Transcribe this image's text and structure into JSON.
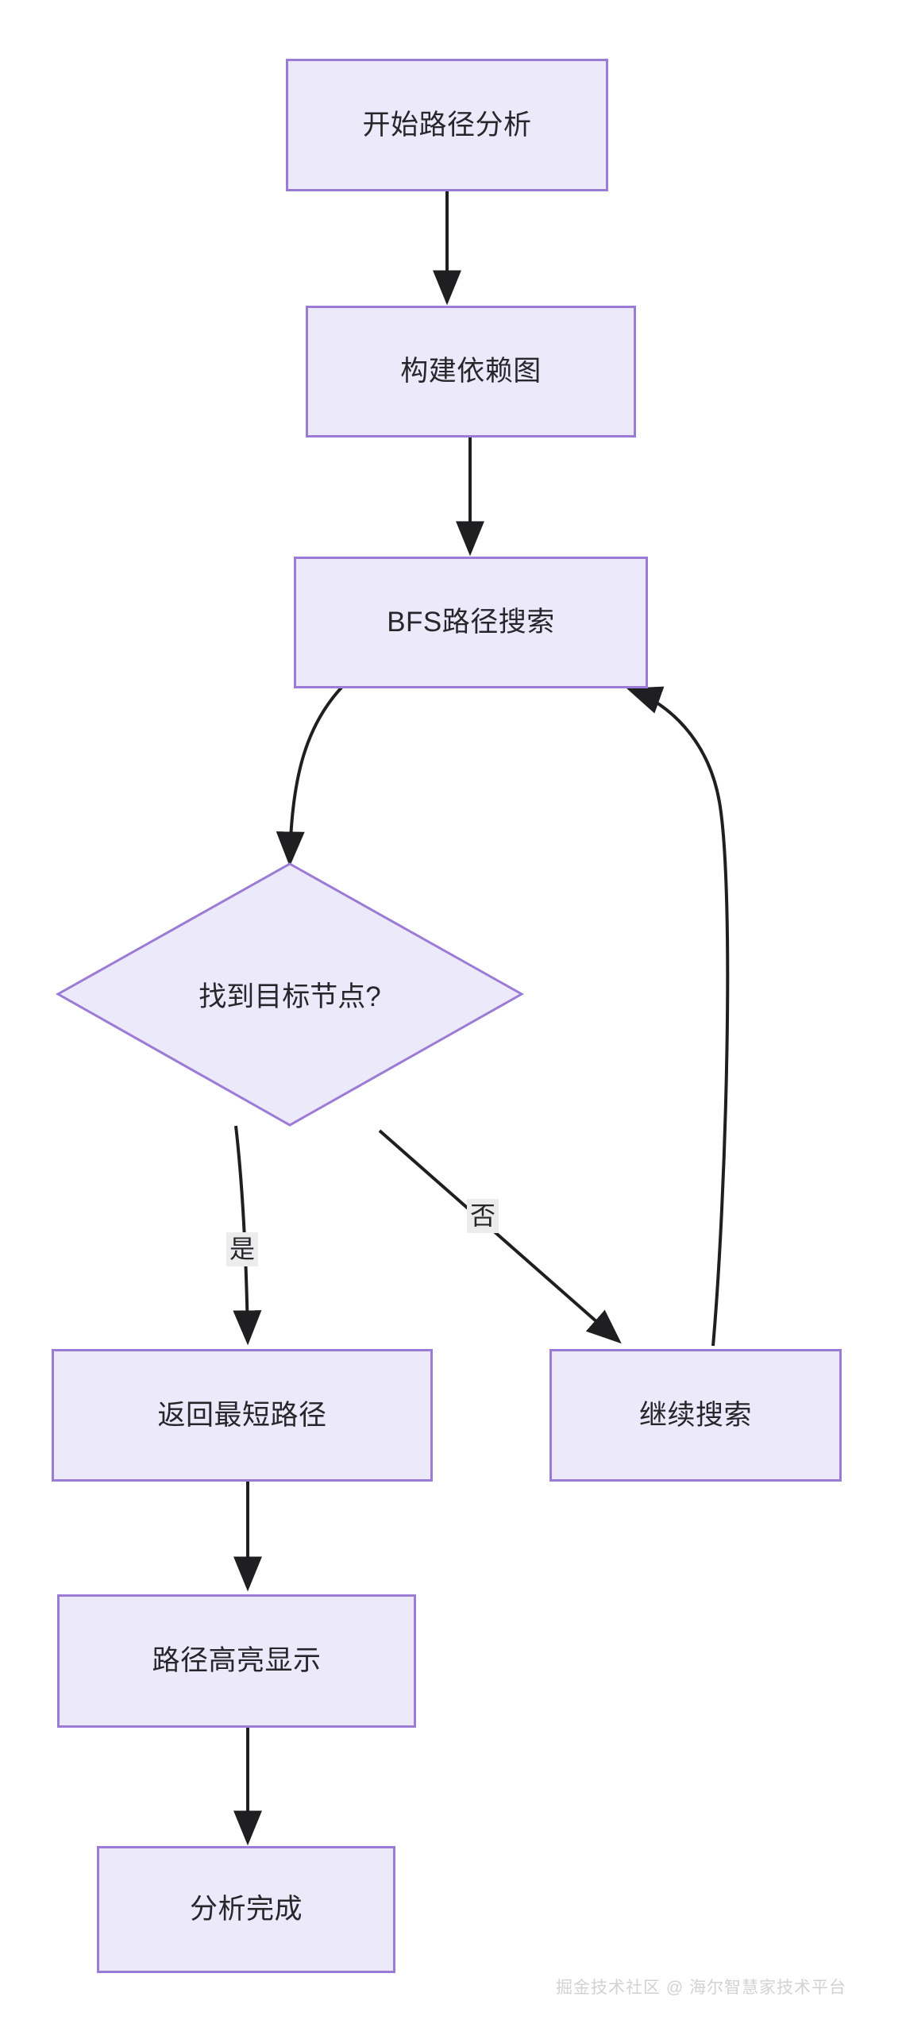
{
  "diagram": {
    "type": "flowchart",
    "direction": "top-to-bottom",
    "theme": {
      "node_fill": "#ece9fb",
      "node_border": "#9a7bd6",
      "node_text": "#26262b",
      "edge_stroke": "#1f1f22",
      "edge_label_bg": "#ececec",
      "canvas_bg": "#ffffff",
      "watermark_color": "#d2d2d2"
    },
    "nodes": [
      {
        "id": "start",
        "shape": "rect",
        "label": "开始路径分析"
      },
      {
        "id": "build",
        "shape": "rect",
        "label": "构建依赖图"
      },
      {
        "id": "bfs",
        "shape": "rect",
        "label": "BFS路径搜索"
      },
      {
        "id": "decision",
        "shape": "diamond",
        "label": "找到目标节点?"
      },
      {
        "id": "shortest",
        "shape": "rect",
        "label": "返回最短路径"
      },
      {
        "id": "continue",
        "shape": "rect",
        "label": "继续搜索"
      },
      {
        "id": "highlight",
        "shape": "rect",
        "label": "路径高亮显示"
      },
      {
        "id": "done",
        "shape": "rect",
        "label": "分析完成"
      }
    ],
    "edges": [
      {
        "from": "start",
        "to": "build",
        "label": ""
      },
      {
        "from": "build",
        "to": "bfs",
        "label": ""
      },
      {
        "from": "bfs",
        "to": "decision",
        "label": ""
      },
      {
        "from": "decision",
        "to": "shortest",
        "label": "是"
      },
      {
        "from": "decision",
        "to": "continue",
        "label": "否"
      },
      {
        "from": "continue",
        "to": "bfs",
        "label": ""
      },
      {
        "from": "shortest",
        "to": "highlight",
        "label": ""
      },
      {
        "from": "highlight",
        "to": "done",
        "label": ""
      }
    ],
    "edge_labels": {
      "yes": "是",
      "no": "否"
    }
  },
  "watermark": {
    "text": "掘金技术社区 @ 海尔智慧家技术平台"
  }
}
